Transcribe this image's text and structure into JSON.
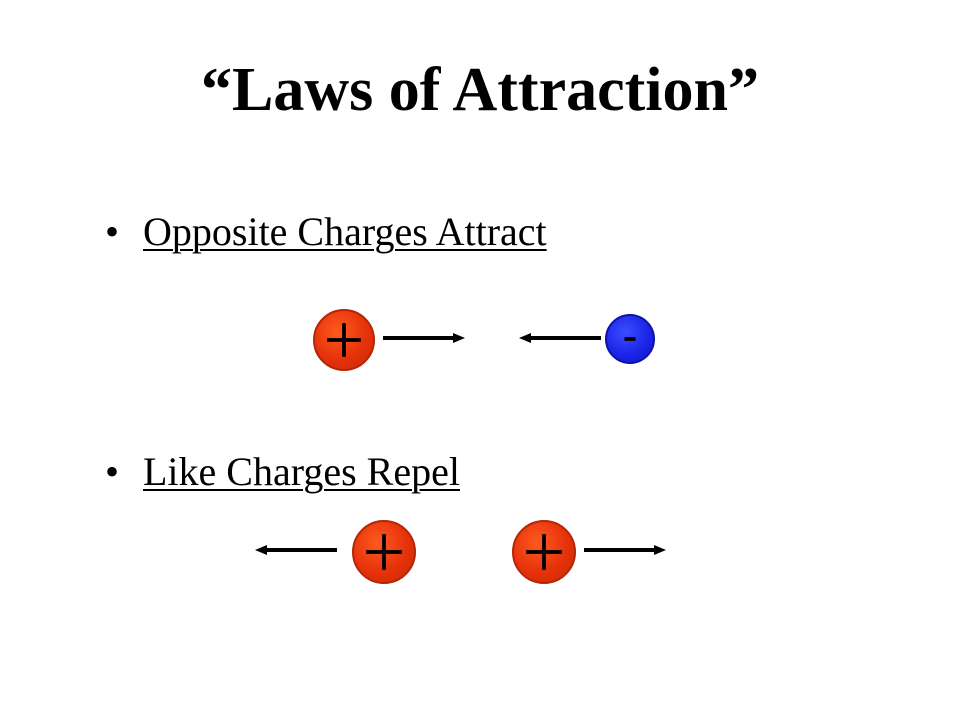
{
  "slide": {
    "title": "“Laws of Attraction”",
    "bullet_symbol": "•",
    "bullets": [
      {
        "text": "Opposite Charges Attract"
      },
      {
        "text": "Like Charges Repel"
      }
    ]
  },
  "colors": {
    "positive_charge": "#e6320a",
    "negative_charge": "#1a22e6",
    "arrow": "#000000"
  },
  "diagrams": {
    "attract": {
      "charges": [
        "positive",
        "negative"
      ],
      "arrows": [
        "right",
        "left"
      ]
    },
    "repel": {
      "charges": [
        "positive",
        "positive"
      ],
      "arrows": [
        "left",
        "right"
      ]
    }
  }
}
